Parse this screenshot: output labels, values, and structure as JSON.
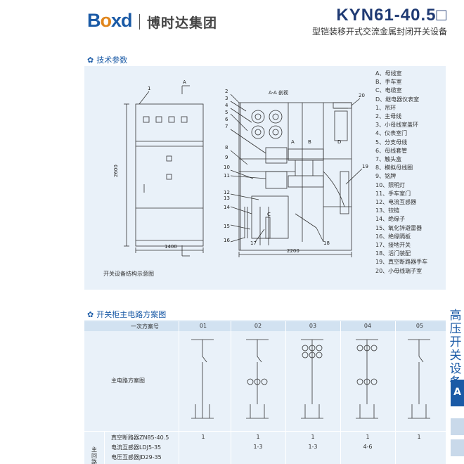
{
  "header": {
    "logo": "Boxd",
    "group_name": "博时达集团",
    "model": "KYN61-40.5□",
    "subtitle": "型铠装移开式交流金属封闭开关设备"
  },
  "section1": {
    "title": "技术参数",
    "section_label": "A-A 剖视",
    "dim_height": "2600",
    "dim_width_front": "1400",
    "dim_width_side": "2200",
    "letter_a": "A",
    "caption": "开关设备结构示意图",
    "parts_letters": [
      "A",
      "B",
      "C",
      "D"
    ],
    "callouts": [
      "1",
      "2",
      "3",
      "4",
      "5",
      "6",
      "7",
      "8",
      "9",
      "10",
      "11",
      "12",
      "13",
      "14",
      "15",
      "16",
      "17",
      "18",
      "19",
      "20"
    ],
    "legend": [
      "A、母线室",
      "B、手车室",
      "C、电缆室",
      "D、继电器仪表室",
      "1、吊环",
      "2、主母线",
      "3、小母线室盖环",
      "4、仪表室门",
      "5、分支母线",
      "6、母线套管",
      "7、触头盒",
      "8、模拟母线圈",
      "9、铭牌",
      "10、照明灯",
      "11、手车室门",
      "12、电流互感器",
      "13、铰链",
      "14、绝缘子",
      "15、氧化锌避雷器",
      "16、绝缘隔板",
      "17、接地开关",
      "18、活门装配",
      "19、真空断路器手车",
      "20、小母线端子室"
    ]
  },
  "section2": {
    "title": "开关柜主电路方案图",
    "header_label": "一次方案号",
    "scheme_numbers": [
      "01",
      "02",
      "03",
      "04",
      "05"
    ],
    "row_scheme_label": "主电路方案图",
    "main_label": "主回路",
    "components": [
      {
        "name": "真空断路器ZN85-40.5",
        "values": [
          "1",
          "1",
          "1",
          "1",
          "1"
        ]
      },
      {
        "name": "电流互感器LDJ5-35",
        "values": [
          "",
          "1-3",
          "1-3",
          "4-6",
          ""
        ]
      },
      {
        "name": "电压互感器JD29-35",
        "values": [
          "",
          "",
          "",
          "",
          ""
        ]
      }
    ]
  },
  "side_tab": {
    "text": "高压开关设备",
    "badge": "A"
  },
  "colors": {
    "brand_blue": "#1a5aa6",
    "logo_orange": "#e0861d",
    "panel_bg": "#e9f1f9",
    "header_row_bg": "#d2e2f1"
  }
}
